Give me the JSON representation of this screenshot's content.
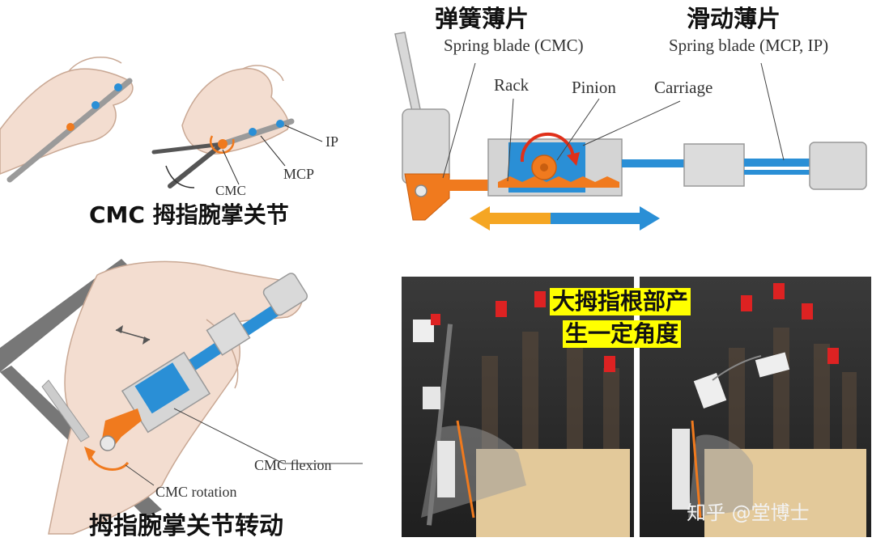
{
  "panels": {
    "top_left": {
      "labels": {
        "ip": "IP",
        "mcp": "MCP",
        "cmc": "CMC"
      },
      "caption": "CMC 拇指腕掌关节"
    },
    "top_right": {
      "title_left": "弹簧薄片",
      "title_right": "滑动薄片",
      "spring_cmc": "Spring blade (CMC)",
      "spring_mcp_ip": "Spring blade (MCP, IP)",
      "rack": "Rack",
      "pinion": "Pinion",
      "carriage": "Carriage"
    },
    "bottom_left": {
      "cmc_flexion": "CMC flexion",
      "cmc_rotation": "CMC rotation",
      "caption": "拇指腕掌关节转动"
    },
    "bottom_right": {
      "highlight_line1": "大拇指根部产",
      "highlight_line2": "生一定角度",
      "watermark": "知乎 @堂博士"
    }
  },
  "colors": {
    "orange": "#f07a1e",
    "blue": "#2a8fd6",
    "gray": "#c8c8c8",
    "skin": "#f3ddd0",
    "highlight": "#ffff00"
  }
}
